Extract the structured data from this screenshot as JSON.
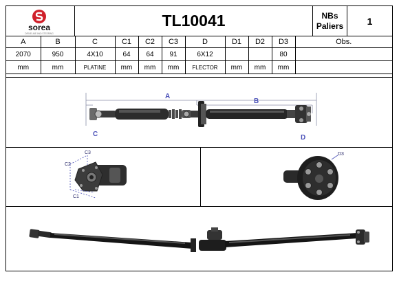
{
  "brand": {
    "name": "sorea",
    "tagline": "DRIVELINE AND STEERING"
  },
  "reference": "TL10041",
  "nbs_paliers": {
    "label_line1": "NBs",
    "label_line2": "Paliers",
    "value": "1"
  },
  "table": {
    "headers": [
      "A",
      "B",
      "C",
      "C1",
      "C2",
      "C3",
      "D",
      "D1",
      "D2",
      "D3",
      "Obs."
    ],
    "values": [
      "2070",
      "950",
      "4X10",
      "64",
      "64",
      "91",
      "6X12",
      "",
      "",
      "80",
      ""
    ],
    "units": [
      "mm",
      "mm",
      "PLATINE",
      "mm",
      "mm",
      "mm",
      "FLECTOR",
      "mm",
      "mm",
      "mm",
      ""
    ]
  },
  "diagram_labels": {
    "a": "A",
    "b": "B",
    "c": "C",
    "d": "D",
    "c1": "C1",
    "c2": "C2",
    "c3": "C3",
    "d3": "D3"
  },
  "colors": {
    "logo_red": "#d0202a",
    "dimension_blue": "#4a50b8",
    "shaft": "#1a1a1a"
  }
}
